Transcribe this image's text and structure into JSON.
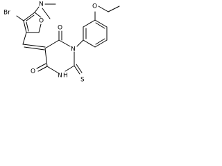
{
  "atoms": {
    "br": "Br",
    "n_dimethyl": "N",
    "o_furan": "O",
    "o_carbonyl_top": "O",
    "n_ring_1": "N",
    "o_carbonyl_bottom": "O",
    "n_ring_h": "N",
    "h_on_n": "H",
    "s_thioxo": "S",
    "o_ethoxy": "O"
  }
}
